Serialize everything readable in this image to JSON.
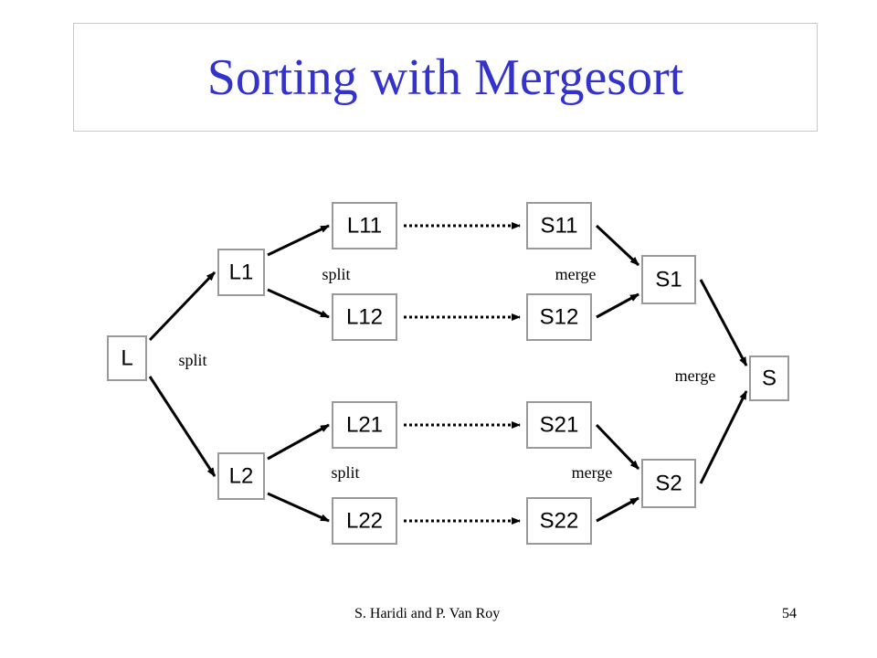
{
  "slide": {
    "title": "Sorting with Mergesort",
    "footer_author": "S. Haridi and P. Van Roy",
    "page_number": "54"
  },
  "diagram": {
    "nodes": [
      {
        "id": "L",
        "label": "L"
      },
      {
        "id": "L1",
        "label": "L1"
      },
      {
        "id": "L2",
        "label": "L2"
      },
      {
        "id": "L11",
        "label": "L11"
      },
      {
        "id": "L12",
        "label": "L12"
      },
      {
        "id": "L21",
        "label": "L21"
      },
      {
        "id": "L22",
        "label": "L22"
      },
      {
        "id": "S11",
        "label": "S11"
      },
      {
        "id": "S12",
        "label": "S12"
      },
      {
        "id": "S21",
        "label": "S21"
      },
      {
        "id": "S22",
        "label": "S22"
      },
      {
        "id": "S1",
        "label": "S1"
      },
      {
        "id": "S2",
        "label": "S2"
      },
      {
        "id": "S",
        "label": "S"
      }
    ],
    "edges": [
      {
        "from": "L",
        "to": "L1",
        "style": "solid"
      },
      {
        "from": "L",
        "to": "L2",
        "style": "solid"
      },
      {
        "from": "L1",
        "to": "L11",
        "style": "solid"
      },
      {
        "from": "L1",
        "to": "L12",
        "style": "solid"
      },
      {
        "from": "L2",
        "to": "L21",
        "style": "solid"
      },
      {
        "from": "L2",
        "to": "L22",
        "style": "solid"
      },
      {
        "from": "L11",
        "to": "S11",
        "style": "dotted"
      },
      {
        "from": "L12",
        "to": "S12",
        "style": "dotted"
      },
      {
        "from": "L21",
        "to": "S21",
        "style": "dotted"
      },
      {
        "from": "L22",
        "to": "S22",
        "style": "dotted"
      },
      {
        "from": "S11",
        "to": "S1",
        "style": "solid"
      },
      {
        "from": "S12",
        "to": "S1",
        "style": "solid"
      },
      {
        "from": "S21",
        "to": "S2",
        "style": "solid"
      },
      {
        "from": "S22",
        "to": "S2",
        "style": "solid"
      },
      {
        "from": "S1",
        "to": "S",
        "style": "solid"
      },
      {
        "from": "S2",
        "to": "S",
        "style": "solid"
      }
    ],
    "labels": [
      {
        "id": "split-root",
        "text": "split"
      },
      {
        "id": "split-l1",
        "text": "split"
      },
      {
        "id": "split-l2",
        "text": "split"
      },
      {
        "id": "merge-s1",
        "text": "merge"
      },
      {
        "id": "merge-s2",
        "text": "merge"
      },
      {
        "id": "merge-s",
        "text": "merge"
      }
    ]
  }
}
